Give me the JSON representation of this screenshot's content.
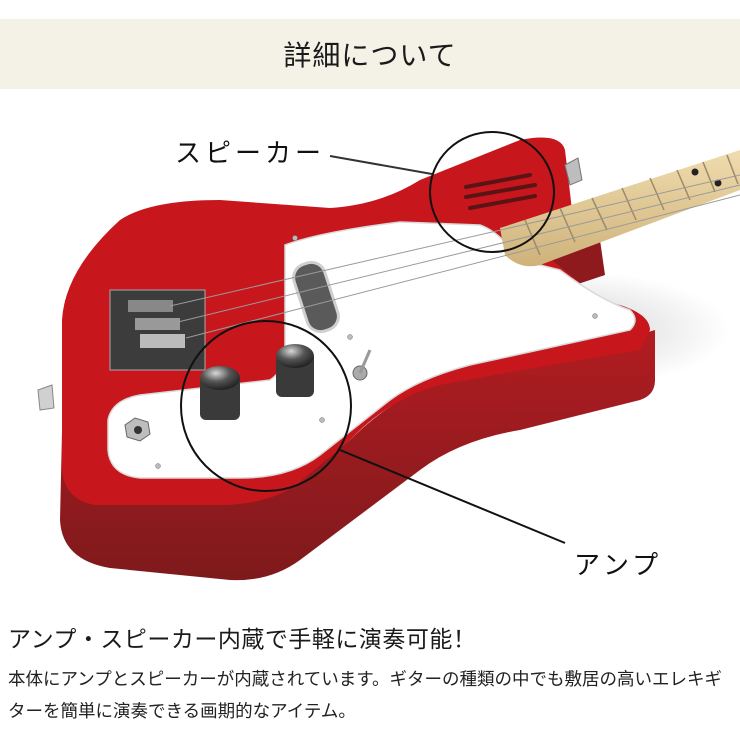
{
  "header": {
    "title": "詳細について",
    "background": "#f4f1e6"
  },
  "figure": {
    "subject": "red mini electric guitar with built-in amp and speaker",
    "colors": {
      "body_red": "#c8161d",
      "body_side": "#9e1c1f",
      "pickguard": "#ffffff",
      "neck": "#e8d3a4"
    },
    "callouts": [
      {
        "id": "speaker",
        "label": "スピーカー"
      },
      {
        "id": "amp",
        "label": "アンプ"
      }
    ]
  },
  "content": {
    "headline": "アンプ・スピーカー内蔵で手軽に演奏可能！",
    "body": "本体にアンプとスピーカーが内蔵されています。ギターの種類の中でも敷居の高いエレキギターを簡単に演奏できる画期的なアイテム。"
  }
}
